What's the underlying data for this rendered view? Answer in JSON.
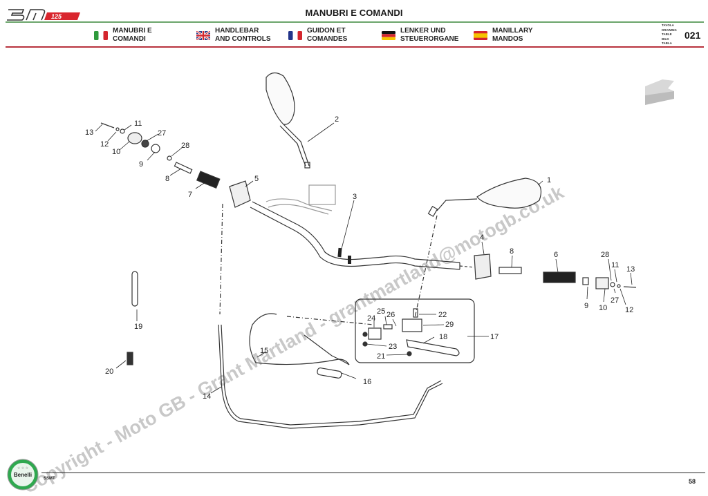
{
  "header": {
    "model_logo": "bn125",
    "title": "MANUBRI E COMANDI",
    "languages": [
      {
        "flag": "italy-flag",
        "line1": "MANUBRI E",
        "line2": "COMANDI"
      },
      {
        "flag": "uk-flag",
        "line1": "HANDLEBAR",
        "line2": "AND CONTROLS"
      },
      {
        "flag": "france-flag",
        "line1": "GUIDON ET",
        "line2": "COMANDES"
      },
      {
        "flag": "germany-flag",
        "line1": "LENKER UND",
        "line2": "STEUERORGANE"
      },
      {
        "flag": "spain-flag",
        "line1": "MANILLARY",
        "line2": "MANDOS"
      }
    ],
    "table_labels": [
      "TAVOLA",
      "DRAWING",
      "TABLE",
      "BILD",
      "TABLA"
    ],
    "table_number": "021"
  },
  "diagram": {
    "callouts": [
      "1",
      "2",
      "3",
      "4",
      "5",
      "6",
      "7",
      "8",
      "9",
      "10",
      "11",
      "12",
      "13",
      "14",
      "15",
      "16",
      "17",
      "18",
      "19",
      "20",
      "21",
      "22",
      "23",
      "24",
      "25",
      "26",
      "27",
      "28",
      "29"
    ],
    "left_group_callouts": [
      "13",
      "11",
      "12",
      "27",
      "10",
      "28",
      "9",
      "8",
      "7",
      "5"
    ],
    "right_group_callouts": [
      "4",
      "8",
      "6",
      "28",
      "11",
      "13",
      "9",
      "27",
      "10",
      "12"
    ],
    "lever_box_callouts": [
      "25",
      "26",
      "24",
      "22",
      "29",
      "23",
      "18",
      "21",
      "17"
    ],
    "watermark": "Copyright - Moto GB - Grant Martland - grantmartland@motogb.co.uk",
    "watermark_visible": "- Moto GB - Grant Martland - grantmartland@motogb.co.uk",
    "orientation_icon": "front-arrow-icon"
  },
  "footer": {
    "brand": "Benelli",
    "code": "SSMT",
    "page_number": "58"
  },
  "colors": {
    "green_rule": "#6aa56a",
    "red_rule": "#b8323d",
    "logo_red": "#d9262e",
    "watermark": "#c8c8c8"
  }
}
